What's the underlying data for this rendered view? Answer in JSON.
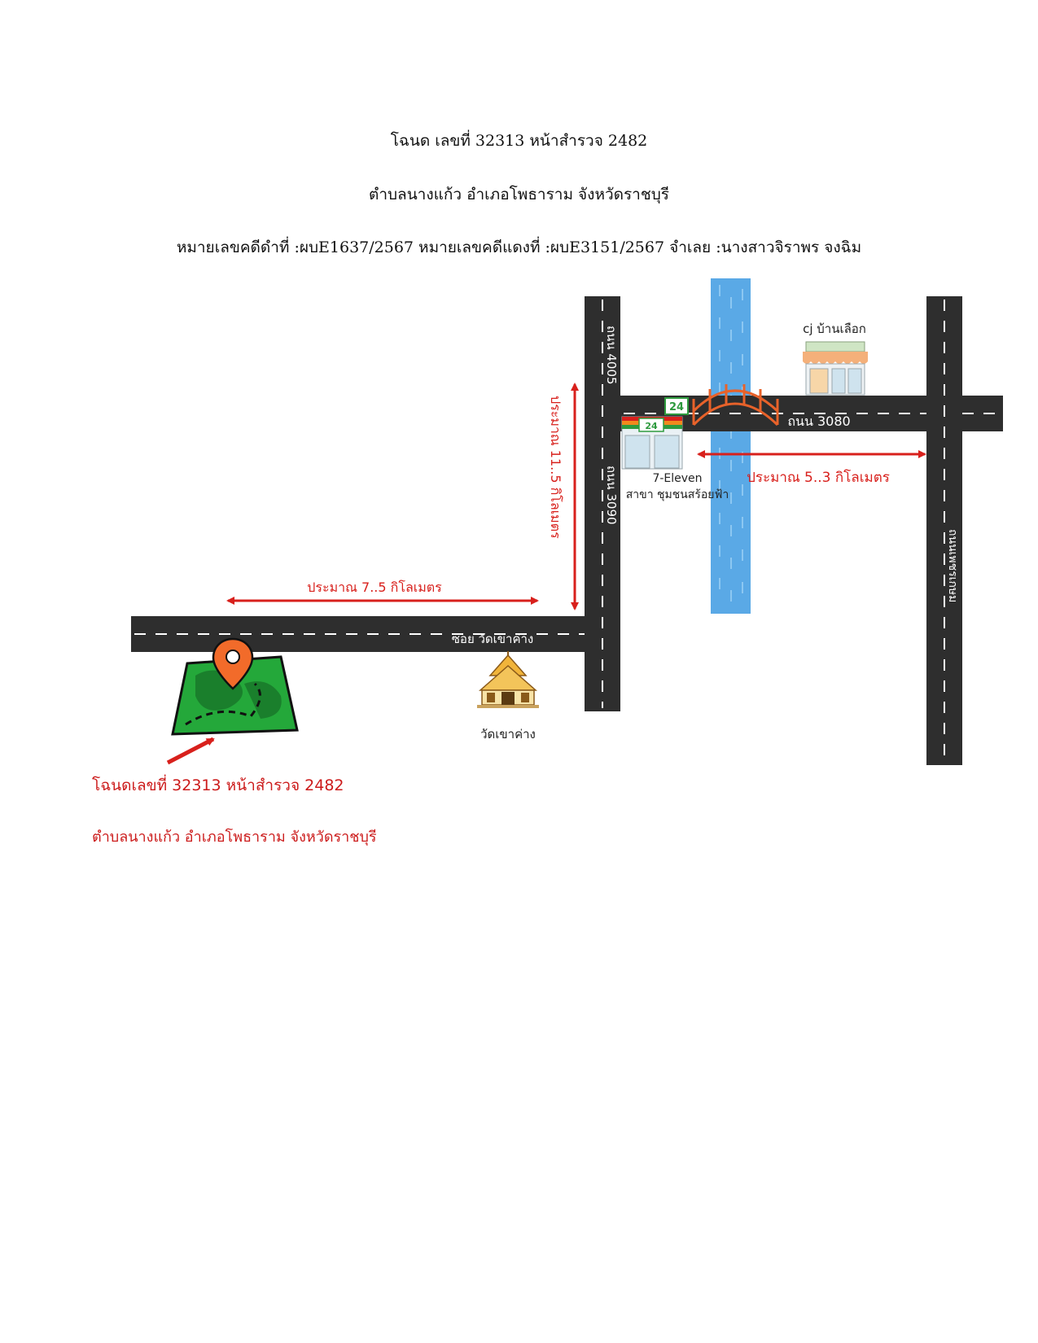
{
  "header": {
    "title_line": "โฉนด เลขที่ 32313  หน้าสำรวจ 2482",
    "location_line": "ตำบลนางแก้ว อำเภอโพธาราม จังหวัดราชบุรี",
    "case_line": "หมายเลขคดีดำที่ :ผบE1637/2567  หมายเลขคดีแดงที่ :ผบE3151/2567  จำเลย :นางสาวจิราพร จงฉิม"
  },
  "map": {
    "roads": {
      "soi_wat": "ซอย วัดเขาค่าง",
      "road_4005": "ถนน 4005",
      "road_3090": "ถนน 3090",
      "road_3080": "ถนน 3080",
      "road_phetkasem": "ถนนเพชรเกษม"
    },
    "distances": {
      "west": "ประมาณ 7..5 กิโลเมตร",
      "north": "ประมาณ 11..5 กิโลเมตร",
      "east": "ประมาณ 5..3 กิโลเมตร"
    },
    "landmarks": {
      "store_sign": "24",
      "seven_eleven_name": "7-Eleven",
      "seven_eleven_branch": "สาขา ชุมชนสร้อยฟ้า",
      "cj_label": "cj บ้านเลือก",
      "temple_label": "วัดเขาค่าง"
    },
    "colors": {
      "road": "#2e2e2e",
      "river": "#5aa9e6",
      "distance": "#d8201c",
      "land": "#24a83a",
      "pin": "#f26b2a"
    }
  },
  "footer": {
    "deed_line": "โฉนดเลขที่ 32313  หน้าสำรวจ 2482",
    "location_line": "ตำบลนางแก้ว อำเภอโพธาราม จังหวัดราชบุรี"
  }
}
